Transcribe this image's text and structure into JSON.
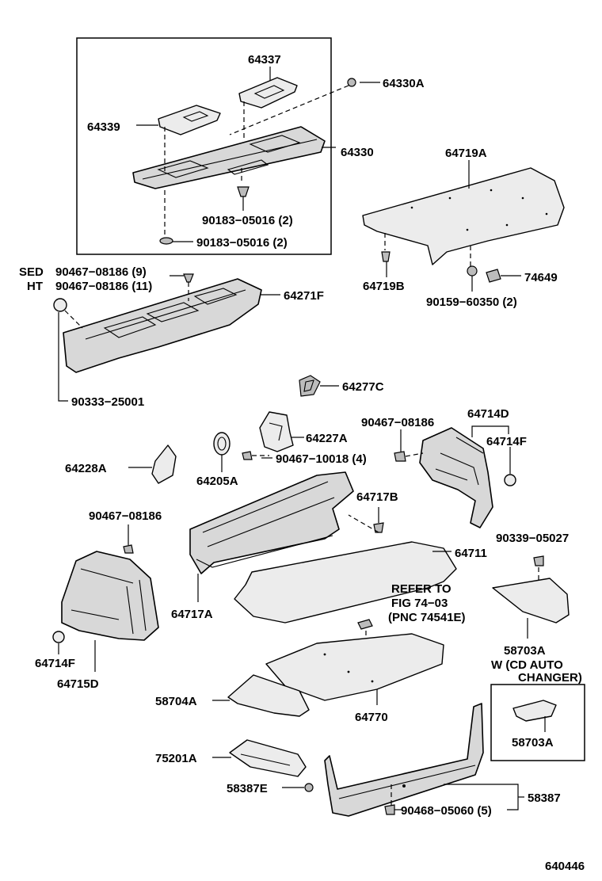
{
  "labels": {
    "p64337": "64337",
    "p64330A": "64330A",
    "p64339": "64339",
    "p64330": "64330",
    "p64719A": "64719A",
    "p90183a": "90183−05016 (2)",
    "p90183b": "90183−05016 (2)",
    "sed": "SED",
    "ht": "HT",
    "p90467_9": "90467−08186 (9)",
    "p90467_11": "90467−08186 (11)",
    "p64271F": "64271F",
    "p64719B": "64719B",
    "p74649": "74649",
    "p90159": "90159−60350 (2)",
    "p90333": "90333−25001",
    "p64277C": "64277C",
    "p64714D": "64714D",
    "p90467_r": "90467−08186",
    "p64714F_r": "64714F",
    "p64227A": "64227A",
    "p90467_10018": "90467−10018 (4)",
    "p64228A": "64228A",
    "p64205A": "64205A",
    "p64717B": "64717B",
    "p90467_l": "90467−08186",
    "p90339": "90339−05027",
    "p64711": "64711",
    "refer1": "REFER TO",
    "refer2": "FIG 74−03",
    "refer3": "(PNC 74541E)",
    "p64717A": "64717A",
    "p58703A_a": "58703A",
    "w1": "W (CD AUTO",
    "w2": "CHANGER)",
    "p64714F_l": "64714F",
    "p64715D": "64715D",
    "p58704A": "58704A",
    "p64770": "64770",
    "p58703A_b": "58703A",
    "p75201A": "75201A",
    "p58387E": "58387E",
    "p58387": "58387",
    "p90468": "90468−05060 (5)",
    "diagram_id": "640446"
  }
}
